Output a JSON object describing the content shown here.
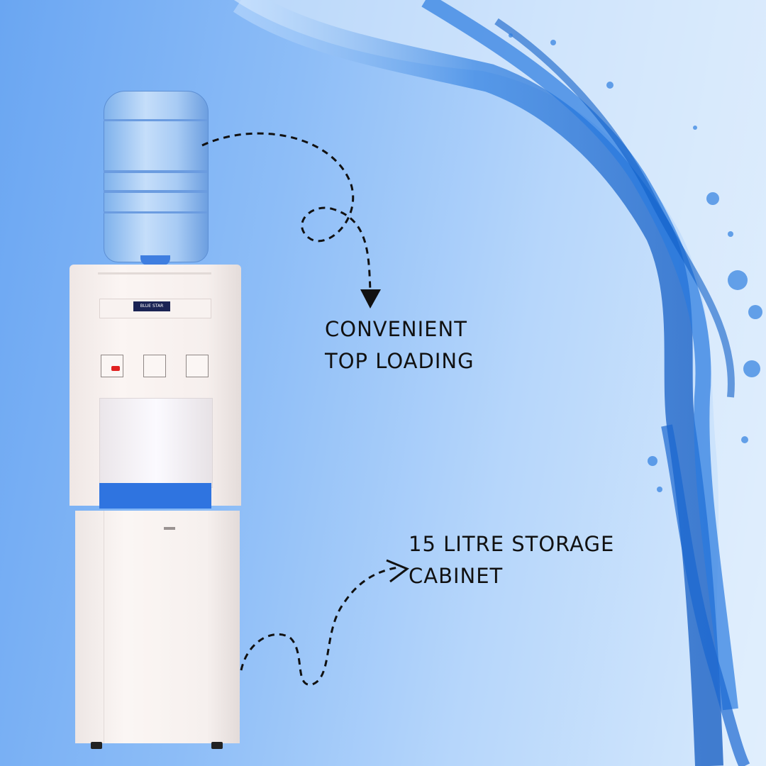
{
  "product": {
    "brand_logo_text": "BLUE STAR",
    "button_hot_color": "#e02020",
    "accent_color": "#2f74e0"
  },
  "features": [
    {
      "line1": "CONVENIENT",
      "line2": "TOP LOADING"
    },
    {
      "line1": "15 LITRE STORAGE",
      "line2": "CABINET"
    }
  ],
  "colors": {
    "background_left": "#6aa6f2",
    "background_right": "#d8eafc",
    "water": "#1d6fd6",
    "text": "#111111"
  }
}
